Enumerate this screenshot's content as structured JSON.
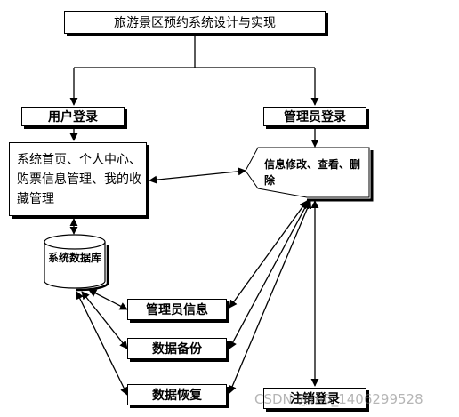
{
  "title": "旅游景区预约系统设计与实现",
  "user_login": "用户登录",
  "admin_login": "管理员登录",
  "user_features": "系统首页、个人中心、购票信息管理、我的收藏管理",
  "admin_ops": "信息修改、查看、删除",
  "database": "系统数据库",
  "admin_info": "管理员信息",
  "data_backup": "数据备份",
  "data_restore": "数据恢复",
  "logout": "注销登录",
  "watermark": "CSDN @m0_1406299528"
}
